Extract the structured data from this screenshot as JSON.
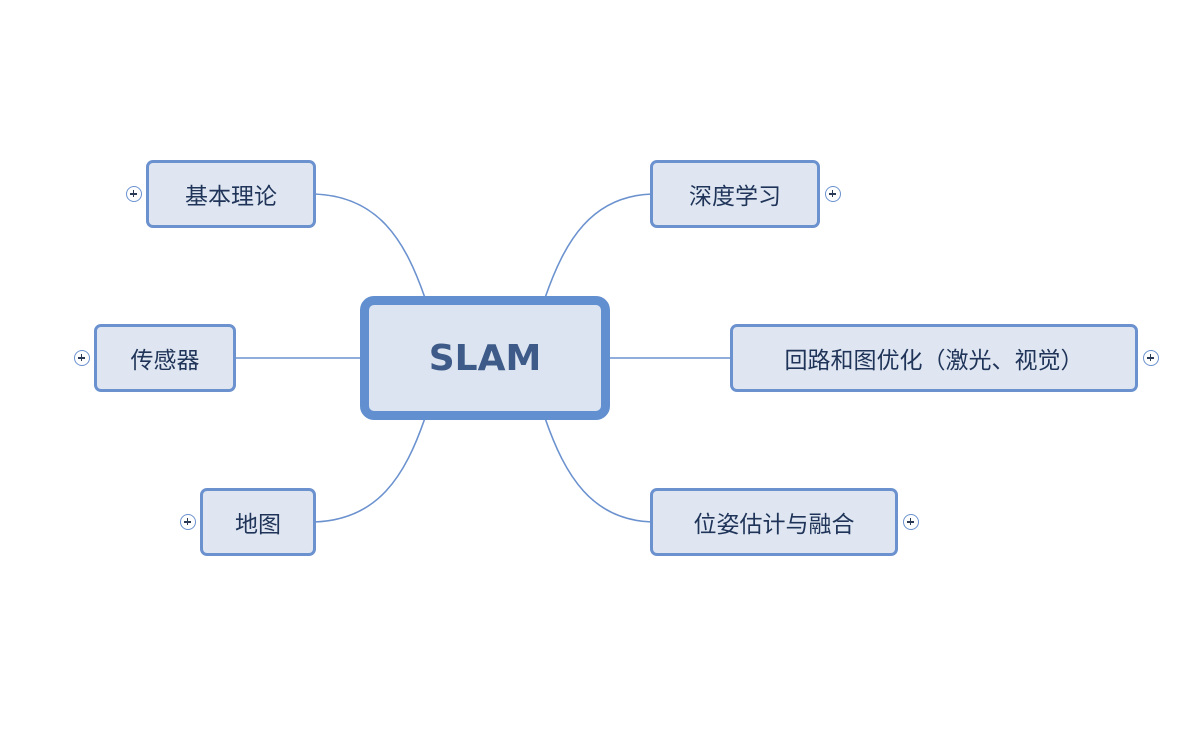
{
  "central": {
    "label": "SLAM"
  },
  "branches": [
    {
      "label": "基本理论"
    },
    {
      "label": "传感器"
    },
    {
      "label": "地图"
    },
    {
      "label": "深度学习"
    },
    {
      "label": "回路和图优化（激光、视觉）"
    },
    {
      "label": "位姿估计与融合"
    }
  ],
  "colors": {
    "node_fill": "#dfe6f2",
    "node_border": "#6b92cf",
    "central_border": "#628fd0",
    "text": "#1f3458",
    "connector": "#6b92cf"
  },
  "icons": {
    "expand": "plus-circle-icon"
  }
}
